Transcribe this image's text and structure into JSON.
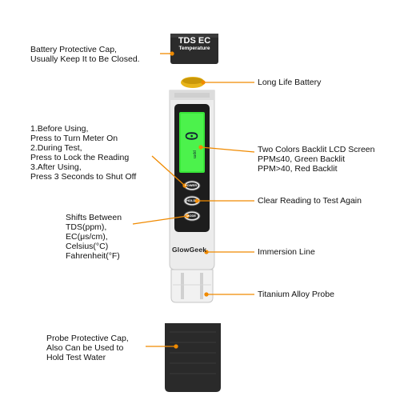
{
  "device": {
    "cap_title": "TDS EC",
    "cap_subtitle": "Temperature",
    "brand": "GlowGeek",
    "lcd_value": "0",
    "lcd_unit": "ppm",
    "buttons": [
      "POWER",
      "HOLD",
      "MODE"
    ],
    "colors": {
      "body": "#eaeaea",
      "cap": "#2b2b2b",
      "lcd": "#39e639",
      "callout_line": "#f08a00",
      "battery": "#e8b419"
    }
  },
  "callouts": {
    "battery_cap": [
      "Battery Protective Cap,",
      "Usually Keep It to Be Closed."
    ],
    "battery": [
      "Long Life Battery"
    ],
    "instructions": [
      "1.Before Using,",
      "Press to Turn Meter On",
      "2.During Test,",
      "Press to Lock the Reading",
      "3.After Using,",
      "Press 3 Seconds to Shut Off"
    ],
    "lcd": [
      "Two Colors Backlit LCD Screen",
      "PPM≤40, Green Backlit",
      "PPM>40, Red Backlit"
    ],
    "hold": [
      "Clear Reading to Test Again"
    ],
    "modes": [
      "Shifts Between",
      "TDS(ppm),",
      "EC(μs/cm),",
      "Celsius(°C)",
      "Fahrenheit(°F)"
    ],
    "immersion": [
      "Immersion Line"
    ],
    "probe": [
      "Titanium Alloy Probe"
    ],
    "probe_cap": [
      "Probe Protective Cap,",
      "Also Can be Used to",
      "Hold Test Water"
    ]
  }
}
